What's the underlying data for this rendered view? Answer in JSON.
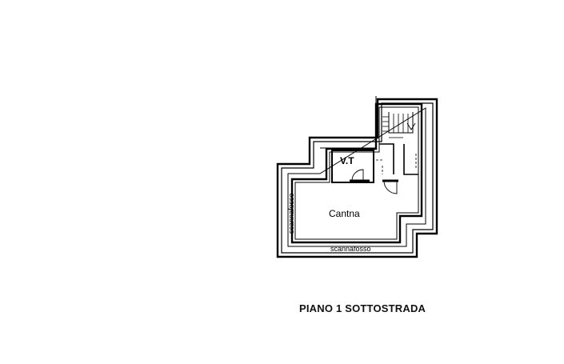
{
  "plan": {
    "rooms": [
      {
        "label": "V.T"
      },
      {
        "label": "Cantna"
      }
    ],
    "scannafosso_left": "scannafosso",
    "scannafosso_bottom": "scannafosso",
    "caption": "PIANO 1 SOTTOSTRADA"
  }
}
